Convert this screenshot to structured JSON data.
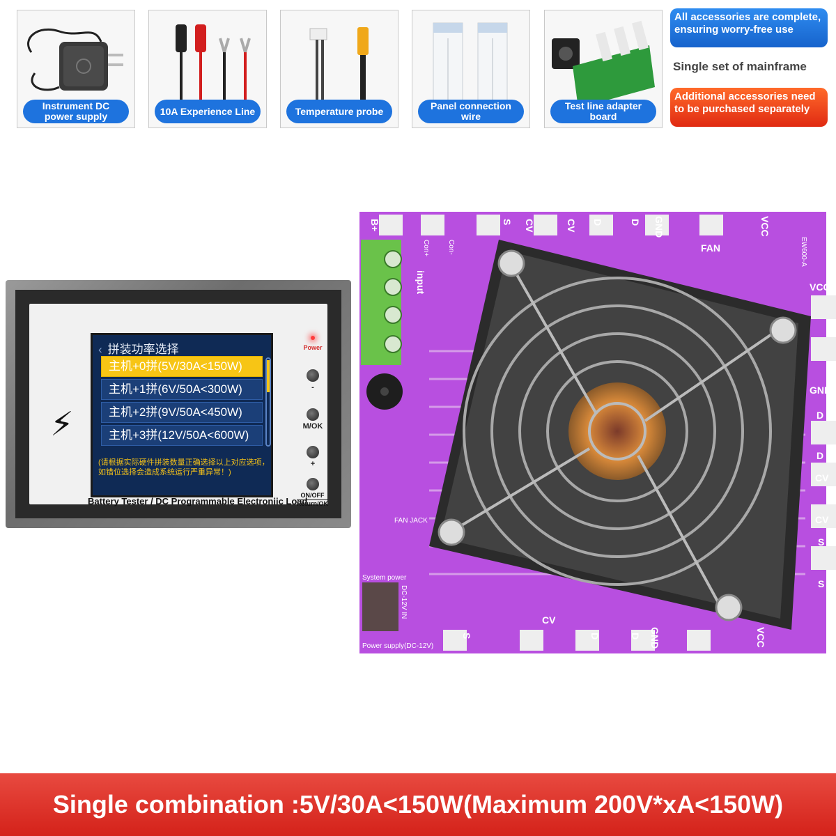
{
  "accessories": [
    {
      "label": "Instrument DC power supply",
      "icon": "dc-adapter-icon"
    },
    {
      "label": "10A Experience Line",
      "icon": "test-leads-icon"
    },
    {
      "label": "Temperature probe",
      "icon": "temperature-probe-icon"
    },
    {
      "label": "Panel connection wire",
      "icon": "ribbon-cable-icon"
    },
    {
      "label": "Test line adapter board",
      "icon": "adapter-board-icon"
    }
  ],
  "side_notes": {
    "complete": "All accessories are complete, ensuring worry-free use",
    "single_set": "Single set of mainframe",
    "additional": "Additional accessories need to be purchased separately"
  },
  "panel": {
    "screen_title": "拼装功率选择",
    "menu": [
      {
        "label": "主机+0拼(5V/30A<150W)",
        "selected": true
      },
      {
        "label": "主机+1拼(6V/50A<300W)",
        "selected": false
      },
      {
        "label": "主机+2拼(9V/50A<450W)",
        "selected": false
      },
      {
        "label": "主机+3拼(12V/50A<600W)",
        "selected": false
      }
    ],
    "notice": "(请根据实际硬件拼装数量正确选择以上对应选项，如错位选择会造成系统运行严重异常！)",
    "buttons": {
      "power": "Power",
      "minus": "-",
      "mok": "M/OK",
      "plus": "+",
      "onoff": "ON/OFF",
      "return": "Return/OK"
    },
    "footer": "Battery Tester / DC Programmable Electroniic Load"
  },
  "board": {
    "top_pins": [
      "B+",
      "S",
      "CV",
      "CV",
      "D",
      "D",
      "GND",
      "VCC"
    ],
    "right_pins": [
      "VCC",
      "GND",
      "D",
      "D",
      "CV",
      "CV",
      "S",
      "S"
    ],
    "bottom_pins": [
      "S",
      "CV",
      "D",
      "D",
      "GND",
      "VCC"
    ],
    "labels": {
      "fan": "FAN",
      "input": "input",
      "con_plus": "Con+",
      "con_minus": "Con-",
      "model": "EW600-A",
      "fan_jack": "FAN JACK",
      "system_power": "System power",
      "power_supply": "Power supply(DC-12V)",
      "dc_in": "DC-12V IN"
    }
  },
  "banner": "Single combination :5V/30A<150W(Maximum 200V*xA<150W)",
  "colors": {
    "tile_label": "#1e73de",
    "board_purple": "#b84fe0",
    "banner_red": "#e03a30",
    "highlight_yellow": "#f7c515"
  }
}
